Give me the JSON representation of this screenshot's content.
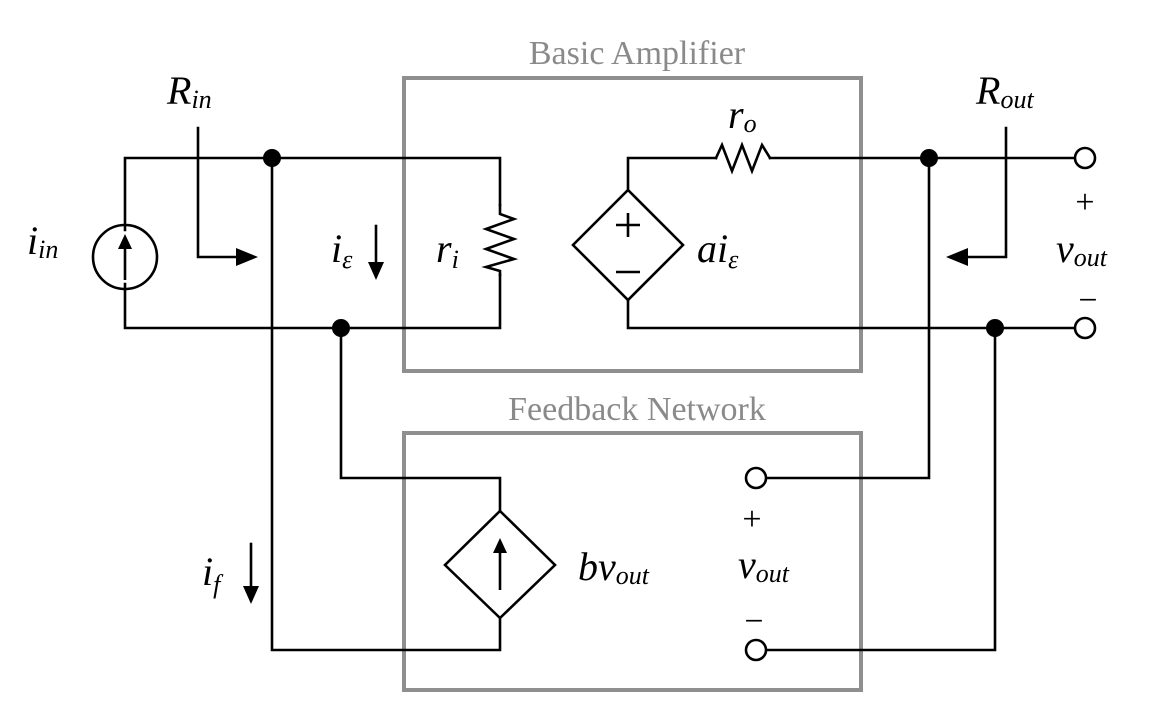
{
  "boxes": {
    "basic_amplifier": {
      "title": "Basic Amplifier"
    },
    "feedback_network": {
      "title": "Feedback Network"
    }
  },
  "labels": {
    "r_in": {
      "main": "R",
      "sub": "in"
    },
    "r_out": {
      "main": "R",
      "sub": "out"
    },
    "i_in": {
      "main": "i",
      "sub": "in"
    },
    "i_eps": {
      "main": "i",
      "sub": "ε"
    },
    "r_i": {
      "main": "r",
      "sub": "i"
    },
    "r_o": {
      "main": "r",
      "sub": "o"
    },
    "a_i_eps": {
      "main": "ai",
      "sub": "ε"
    },
    "v_out_right": {
      "main": "v",
      "sub": "out"
    },
    "v_out_fb": {
      "main": "v",
      "sub": "out"
    },
    "i_f": {
      "main": "i",
      "sub": "f"
    },
    "b_v_out": {
      "main": "bv",
      "sub": "out"
    }
  },
  "signs": {
    "plus": "+",
    "minus": "−"
  }
}
